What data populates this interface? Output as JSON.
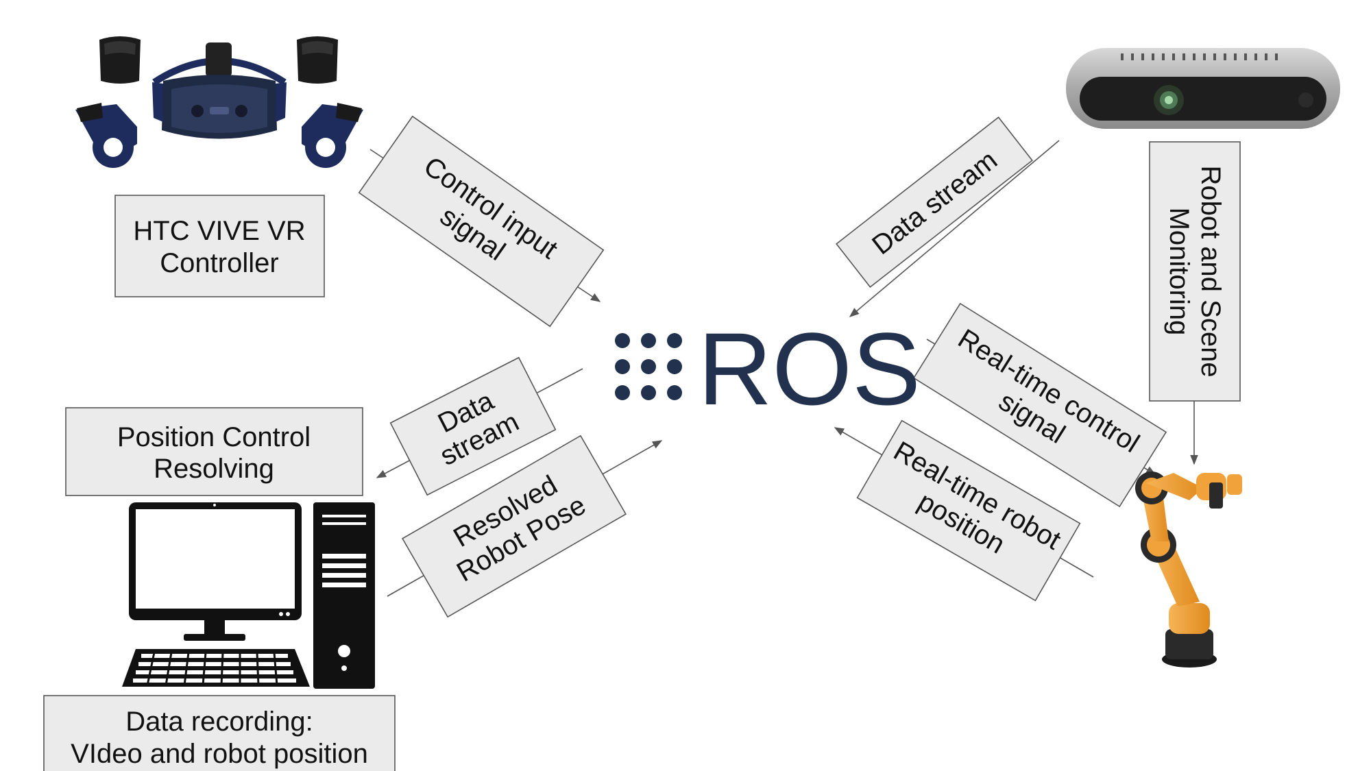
{
  "center": {
    "logo_text": "ROS"
  },
  "components": {
    "vr": {
      "label_line1": "HTC VIVE VR",
      "label_line2": "Controller"
    },
    "position_control": {
      "label_line1": "Position Control",
      "label_line2": "Resolving"
    },
    "recording": {
      "label_line1": "Data recording:",
      "label_line2": "VIdeo and robot position"
    },
    "monitoring": {
      "label_line1": "Robot and Scene",
      "label_line2": "Monitoring"
    }
  },
  "flows": {
    "control_input": {
      "line1": "Control input",
      "line2": "signal"
    },
    "camera_stream": {
      "line1": "Data stream"
    },
    "pc_stream": {
      "line1": "Data",
      "line2": "stream"
    },
    "resolved_pose": {
      "line1": "Resolved",
      "line2": "Robot Pose"
    },
    "rt_control": {
      "line1": "Real-time control",
      "line2": "signal"
    },
    "rt_position": {
      "line1": "Real-time robot",
      "line2": "position"
    }
  },
  "colors": {
    "ros_navy": "#22314e",
    "box_fill": "#ebebeb",
    "box_stroke": "#555555",
    "vive_blue": "#1d2c5c",
    "robot_orange": "#f2a23a"
  },
  "icons": [
    "vr-headset-kit-icon",
    "depth-camera-icon",
    "desktop-computer-icon",
    "robot-arm-icon"
  ]
}
